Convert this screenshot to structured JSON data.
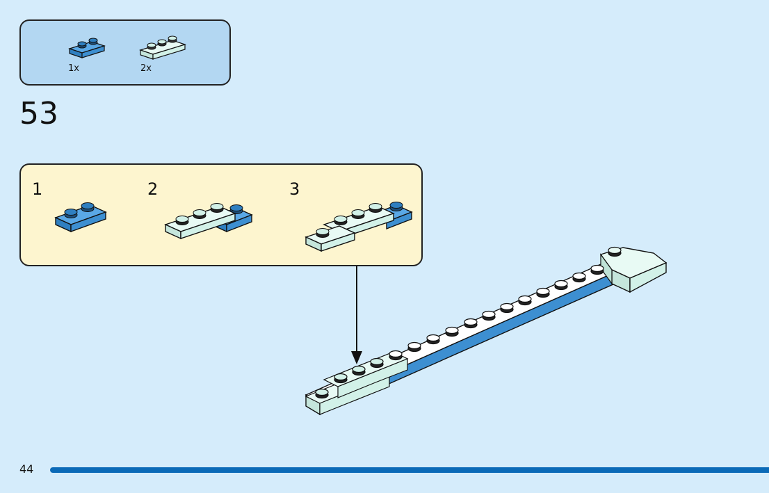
{
  "parts": [
    {
      "name": "blue-plate-1x2",
      "qty": "1x",
      "color": "#3d8fd1"
    },
    {
      "name": "mint-plate-1x3",
      "qty": "2x",
      "color": "#d2f1e8"
    }
  ],
  "step": {
    "number": "53"
  },
  "substeps": [
    {
      "number": "1"
    },
    {
      "number": "2"
    },
    {
      "number": "3"
    }
  ],
  "page": {
    "number": "44"
  },
  "colors": {
    "background": "#d5ecfb",
    "parts_box": "#b3d7f2",
    "substep_box": "#fdf5cf",
    "accent_bar": "#0b6ab7",
    "blue_brick": "#3d8fd1",
    "mint_brick": "#d2f1e8",
    "white_brick": "#ffffff"
  }
}
